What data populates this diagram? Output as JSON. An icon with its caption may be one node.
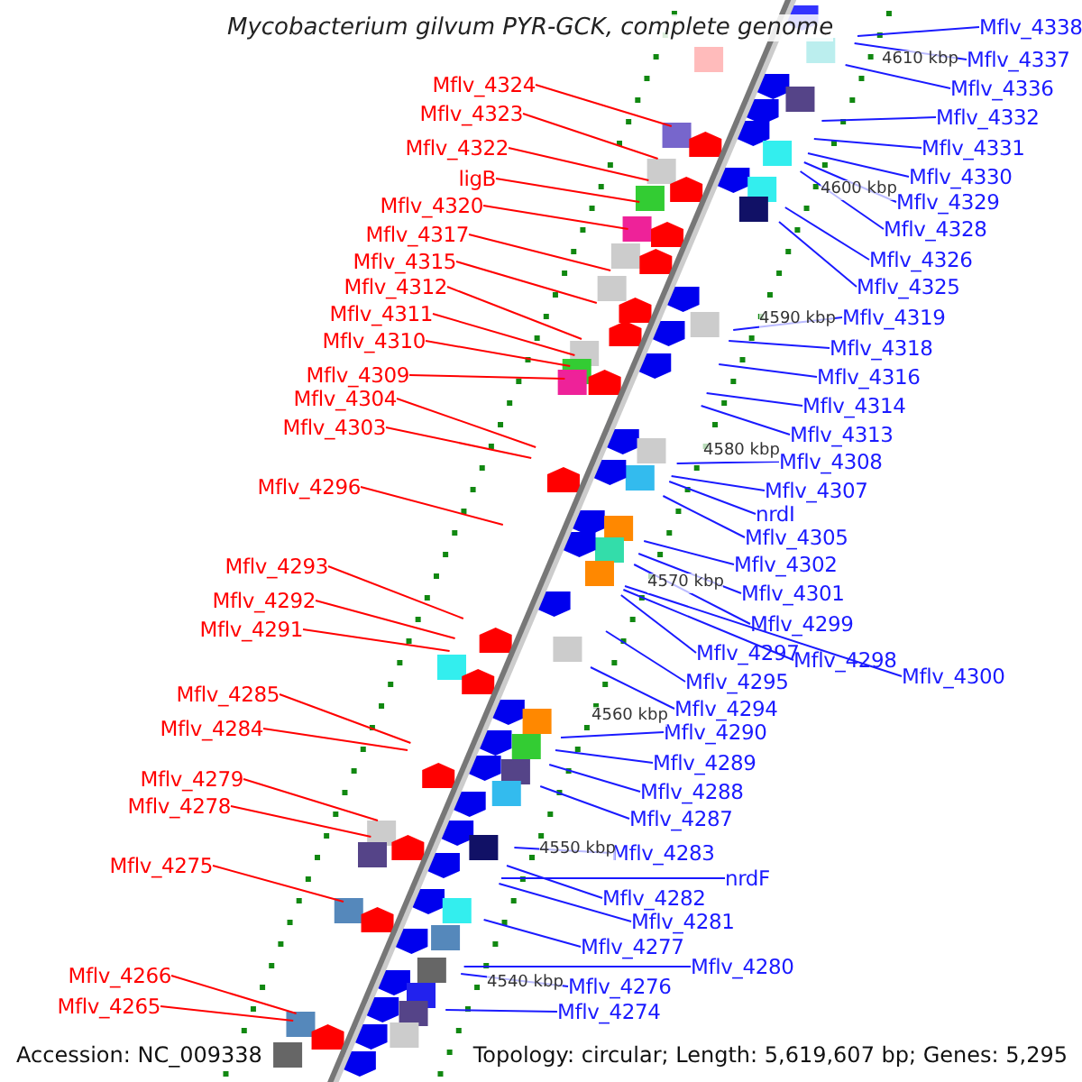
{
  "diagram": {
    "title": "Mycobacterium gilvum PYR-GCK, complete genome",
    "nodes": [
      {
        "text": [
          "Mflv_4324"
        ]
      },
      {
        "text": [
          "Mflv_4323"
        ]
      },
      {
        "text": [
          "Mflv_4322"
        ]
      },
      {
        "text": [
          "ligB"
        ]
      },
      {
        "text": [
          "Mflv_4320"
        ]
      },
      {
        "text": [
          "Mflv_4317"
        ]
      },
      {
        "text": [
          "Mflv_4315"
        ]
      },
      {
        "text": [
          "Mflv_4312"
        ]
      },
      {
        "text": [
          "Mflv_4311"
        ]
      },
      {
        "text": [
          "Mflv_4310"
        ]
      },
      {
        "text": [
          "Mflv_4309"
        ]
      },
      {
        "text": [
          "Mflv_4304"
        ]
      },
      {
        "text": [
          "Mflv_4303"
        ]
      },
      {
        "text": [
          "Mflv_4296"
        ]
      },
      {
        "text": [
          "Mflv_4293"
        ]
      },
      {
        "text": [
          "Mflv_4292"
        ]
      },
      {
        "text": [
          "Mflv_4291"
        ]
      },
      {
        "text": [
          "Mflv_4285"
        ]
      },
      {
        "text": [
          "Mflv_4284"
        ]
      },
      {
        "text": [
          "Mflv_4279"
        ]
      },
      {
        "text": [
          "Mflv_4278"
        ]
      },
      {
        "text": [
          "Mflv_4275"
        ]
      },
      {
        "text": [
          "Mflv_4266"
        ]
      },
      {
        "text": [
          "Mflv_4265"
        ]
      },
      {
        "text": [
          "Mflv_4338"
        ]
      },
      {
        "text": [
          "Mflv_4337"
        ]
      },
      {
        "text": [
          "Mflv_4336"
        ]
      },
      {
        "text": [
          "Mflv_4332"
        ]
      },
      {
        "text": [
          "Mflv_4331"
        ]
      },
      {
        "text": [
          "Mflv_4330"
        ]
      },
      {
        "text": [
          "Mflv_4329"
        ]
      },
      {
        "text": [
          "Mflv_4328"
        ]
      },
      {
        "text": [
          "Mflv_4326"
        ]
      },
      {
        "text": [
          "Mflv_4325"
        ]
      },
      {
        "text": [
          "Mflv_4319"
        ]
      },
      {
        "text": [
          "Mflv_4318"
        ]
      },
      {
        "text": [
          "Mflv_4316"
        ]
      },
      {
        "text": [
          "Mflv_4314"
        ]
      },
      {
        "text": [
          "Mflv_4313"
        ]
      },
      {
        "text": [
          "Mflv_4308"
        ]
      },
      {
        "text": [
          "Mflv_4307"
        ]
      },
      {
        "text": [
          "nrdI"
        ]
      },
      {
        "text": [
          "Mflv_4305"
        ]
      },
      {
        "text": [
          "Mflv_4302"
        ]
      },
      {
        "text": [
          "Mflv_4301"
        ]
      },
      {
        "text": [
          "Mflv_4299"
        ]
      },
      {
        "text": [
          "Mflv_4297"
        ]
      },
      {
        "text": [
          "Mflv_4298"
        ]
      },
      {
        "text": [
          "Mflv_4300"
        ]
      },
      {
        "text": [
          "Mflv_4295"
        ]
      },
      {
        "text": [
          "Mflv_4294"
        ]
      },
      {
        "text": [
          "Mflv_4290"
        ]
      },
      {
        "text": [
          "Mflv_4289"
        ]
      },
      {
        "text": [
          "Mflv_4288"
        ]
      },
      {
        "text": [
          "Mflv_4287"
        ]
      },
      {
        "text": [
          "Mflv_4283"
        ]
      },
      {
        "text": [
          "nrdF"
        ]
      },
      {
        "text": [
          "Mflv_4282"
        ]
      },
      {
        "text": [
          "Mflv_4281"
        ]
      },
      {
        "text": [
          "Mflv_4277"
        ]
      },
      {
        "text": [
          "Mflv_4280"
        ]
      },
      {
        "text": [
          "Mflv_4276"
        ]
      },
      {
        "text": [
          "Mflv_4274"
        ]
      }
    ],
    "edges": [
      {
        "from": 0,
        "to": null,
        "arrow": "none",
        "color": "#ff0000"
      },
      {
        "from": 1,
        "to": null,
        "arrow": "none",
        "color": "#ff0000"
      },
      {
        "from": 2,
        "to": null,
        "arrow": "none",
        "color": "#ff0000"
      },
      {
        "from": 3,
        "to": null,
        "arrow": "none",
        "color": "#ff0000"
      },
      {
        "from": 4,
        "to": null,
        "arrow": "none",
        "color": "#ff0000"
      },
      {
        "from": 5,
        "to": null,
        "arrow": "none",
        "color": "#ff0000"
      },
      {
        "from": 6,
        "to": null,
        "arrow": "none",
        "color": "#ff0000"
      },
      {
        "from": 7,
        "to": null,
        "arrow": "none",
        "color": "#ff0000"
      },
      {
        "from": 8,
        "to": null,
        "arrow": "none",
        "color": "#ff0000"
      },
      {
        "from": 9,
        "to": null,
        "arrow": "none",
        "color": "#ff0000"
      },
      {
        "from": 10,
        "to": null,
        "arrow": "none",
        "color": "#ff0000"
      },
      {
        "from": 11,
        "to": null,
        "arrow": "none",
        "color": "#ff0000"
      },
      {
        "from": 12,
        "to": null,
        "arrow": "none",
        "color": "#ff0000"
      },
      {
        "from": 13,
        "to": null,
        "arrow": "none",
        "color": "#ff0000"
      },
      {
        "from": 14,
        "to": null,
        "arrow": "none",
        "color": "#ff0000"
      },
      {
        "from": 15,
        "to": null,
        "arrow": "none",
        "color": "#ff0000"
      },
      {
        "from": 16,
        "to": null,
        "arrow": "none",
        "color": "#ff0000"
      },
      {
        "from": 17,
        "to": null,
        "arrow": "none",
        "color": "#ff0000"
      },
      {
        "from": 18,
        "to": null,
        "arrow": "none",
        "color": "#ff0000"
      },
      {
        "from": 19,
        "to": null,
        "arrow": "none",
        "color": "#ff0000"
      },
      {
        "from": 20,
        "to": null,
        "arrow": "none",
        "color": "#ff0000"
      },
      {
        "from": 21,
        "to": null,
        "arrow": "none",
        "color": "#ff0000"
      },
      {
        "from": 22,
        "to": null,
        "arrow": "none",
        "color": "#ff0000"
      },
      {
        "from": 23,
        "to": null,
        "arrow": "none",
        "color": "#ff0000"
      },
      {
        "from": 24,
        "to": null,
        "arrow": "none"
      },
      {
        "from": 25,
        "to": null,
        "arrow": "none"
      },
      {
        "from": 26,
        "to": null,
        "arrow": "none"
      },
      {
        "from": 27,
        "to": null,
        "arrow": "none"
      },
      {
        "from": 28,
        "to": null,
        "arrow": "none"
      },
      {
        "from": 29,
        "to": null,
        "arrow": "none"
      },
      {
        "from": 30,
        "to": null,
        "arrow": "none"
      },
      {
        "from": 31,
        "to": null,
        "arrow": "none"
      },
      {
        "from": 32,
        "to": null,
        "arrow": "none"
      },
      {
        "from": 33,
        "to": null,
        "arrow": "none"
      },
      {
        "from": 34,
        "to": null,
        "arrow": "none"
      },
      {
        "from": 35,
        "to": null,
        "arrow": "none"
      },
      {
        "from": 36,
        "to": null,
        "arrow": "none"
      },
      {
        "from": 37,
        "to": null,
        "arrow": "none"
      },
      {
        "from": 38,
        "to": null,
        "arrow": "none"
      },
      {
        "from": 39,
        "to": null,
        "arrow": "none"
      },
      {
        "from": 40,
        "to": null,
        "arrow": "none"
      },
      {
        "from": 41,
        "to": null,
        "arrow": "none"
      },
      {
        "from": 42,
        "to": null,
        "arrow": "none"
      },
      {
        "from": 43,
        "to": null,
        "arrow": "none"
      },
      {
        "from": 44,
        "to": null,
        "arrow": "none"
      },
      {
        "from": 45,
        "to": null,
        "arrow": "none"
      },
      {
        "from": 46,
        "to": null,
        "arrow": "none"
      },
      {
        "from": 47,
        "to": null,
        "arrow": "none"
      },
      {
        "from": 48,
        "to": null,
        "arrow": "none"
      },
      {
        "from": 49,
        "to": null,
        "arrow": "none"
      },
      {
        "from": 50,
        "to": null,
        "arrow": "none"
      },
      {
        "from": 51,
        "to": null,
        "arrow": "none"
      },
      {
        "from": 52,
        "to": null,
        "arrow": "none"
      },
      {
        "from": 53,
        "to": null,
        "arrow": "none"
      },
      {
        "from": 54,
        "to": null,
        "arrow": "none"
      },
      {
        "from": 55,
        "to": null,
        "arrow": "none"
      },
      {
        "from": 56,
        "to": null,
        "arrow": "none"
      },
      {
        "from": 57,
        "to": null,
        "arrow": "none"
      },
      {
        "from": 58,
        "to": null,
        "arrow": "none"
      },
      {
        "from": 59,
        "to": null,
        "arrow": "none"
      },
      {
        "from": 60,
        "to": null,
        "arrow": "none"
      },
      {
        "from": 61,
        "to": null,
        "arrow": "none"
      },
      {
        "from": 62,
        "to": null,
        "arrow": "none"
      }
    ],
    "labels": [
      "4610 kbp",
      "4600 kbp",
      "4590 kbp",
      "4580 kbp",
      "4570 kbp",
      "4560 kbp",
      "4550 kbp",
      "4540 kbp",
      "Accession: NC_009338",
      "Topology: circular; Length: 5,619,607 bp; Genes: 5,295"
    ]
  }
}
